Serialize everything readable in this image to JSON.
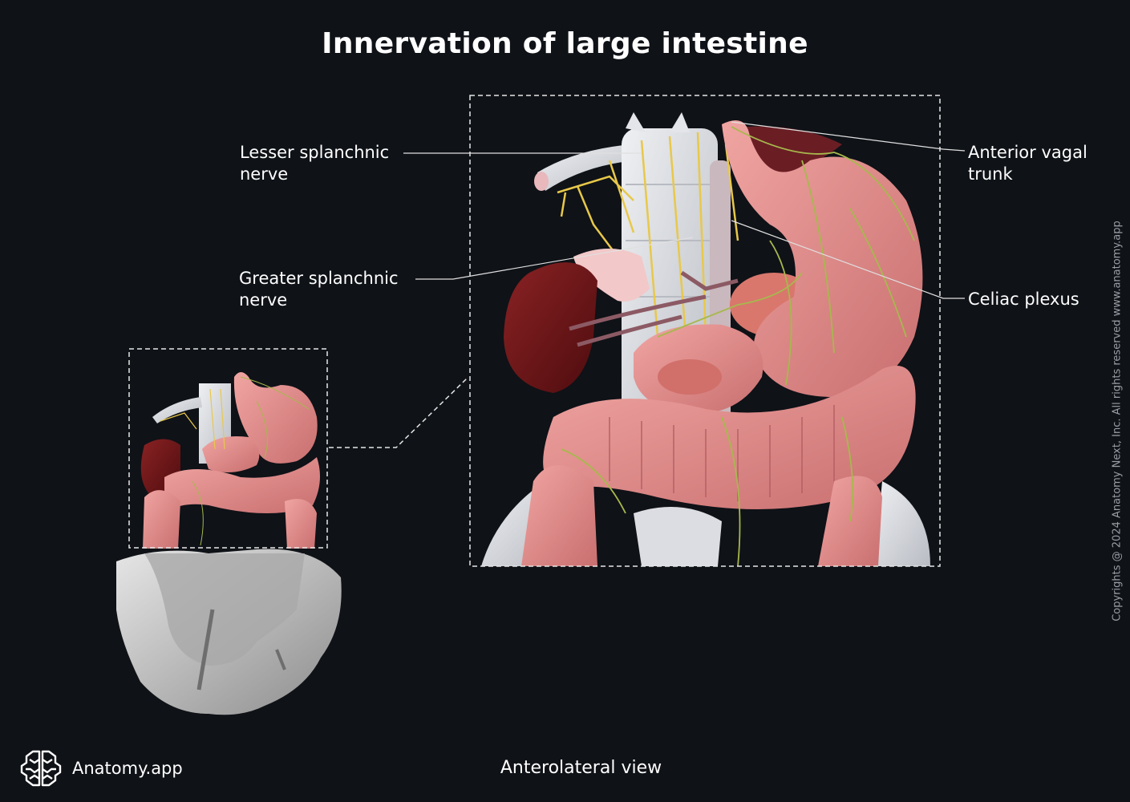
{
  "title": "Innervation of large intestine",
  "labels": {
    "lesser_splanchnic": "Lesser splanchnic\nnerve",
    "greater_splanchnic": "Greater splanchnic\nnerve",
    "anterior_vagal": "Anterior vagal\ntrunk",
    "celiac_plexus": "Celiac plexus"
  },
  "caption": "Anterolateral view",
  "brand": {
    "name": "Anatomy.app",
    "icon": "brain-icon"
  },
  "copyright": "Copyrights @ 2024 Anatomy Next, Inc. All rights reserved www.anatomy.app",
  "colors": {
    "background": "#0f1217",
    "intestine": "#e08a8a",
    "nerve_yellow": "#e8c84a",
    "nerve_green": "#a7b84d",
    "kidney": "#6e1618",
    "bone": "#d9dbe0"
  }
}
